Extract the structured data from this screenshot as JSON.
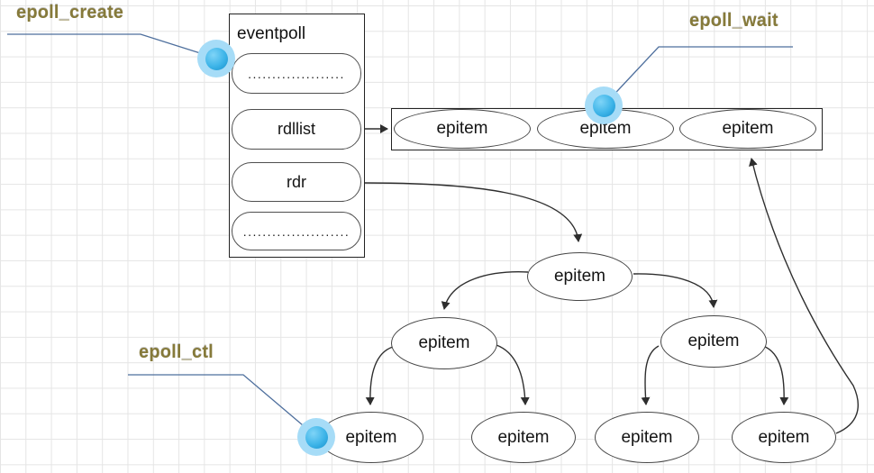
{
  "labels": {
    "epoll_create": "epoll_create",
    "epoll_wait": "epoll_wait",
    "epoll_ctl": "epoll_ctl"
  },
  "eventpoll": {
    "title": "eventpoll",
    "fields": [
      {
        "label": "...................."
      },
      {
        "label": "rdllist"
      },
      {
        "label": "rdr"
      },
      {
        "label": "......................"
      }
    ]
  },
  "ready_list": {
    "items": [
      "epitem",
      "epitem",
      "epitem"
    ]
  },
  "rbtree": {
    "root": "epitem",
    "children": [
      "epitem",
      "epitem"
    ],
    "leaves": [
      "epitem",
      "epitem",
      "epitem",
      "epitem"
    ]
  },
  "colors": {
    "label-gold": "#867a3a",
    "callout-blue": "#4e6f9d",
    "marker-blue": "#2aa7e0",
    "marker-halo": "#a6dcf7",
    "grid-line": "#e5e5e5",
    "shape-stroke": "#464646",
    "arrow-stroke": "#2e2e2e"
  }
}
